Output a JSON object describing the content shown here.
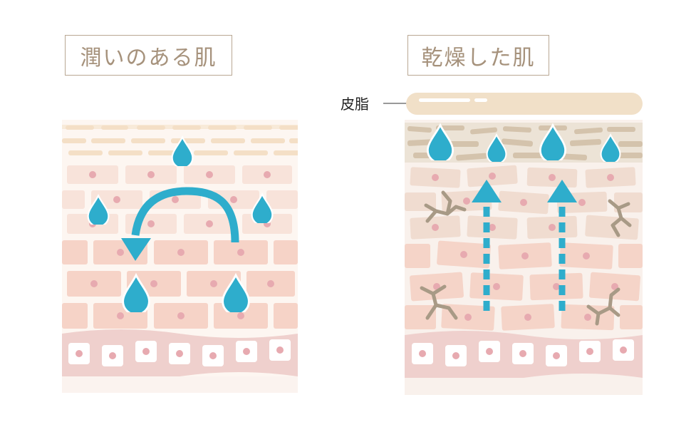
{
  "titles": {
    "moist": "潤いのある肌",
    "dry": "乾燥した肌"
  },
  "labels": {
    "sebum": "皮脂"
  },
  "colors": {
    "water": "#2eadcc",
    "cell": "#f6d6cc",
    "cell_nucleus": "#e7aab0",
    "surface_layer": "#f4dfc6",
    "dry_surface_layer": "#d4c3ac",
    "sebum": "#f1e0c8",
    "basal_band": "#efd0cd",
    "crack": "#a89a86"
  },
  "icons": {
    "circulation": "curved-arrow-icon",
    "evaporation": "dashed-up-arrow-icon",
    "moisture": "water-drop-icon",
    "damage": "crack-icon"
  }
}
